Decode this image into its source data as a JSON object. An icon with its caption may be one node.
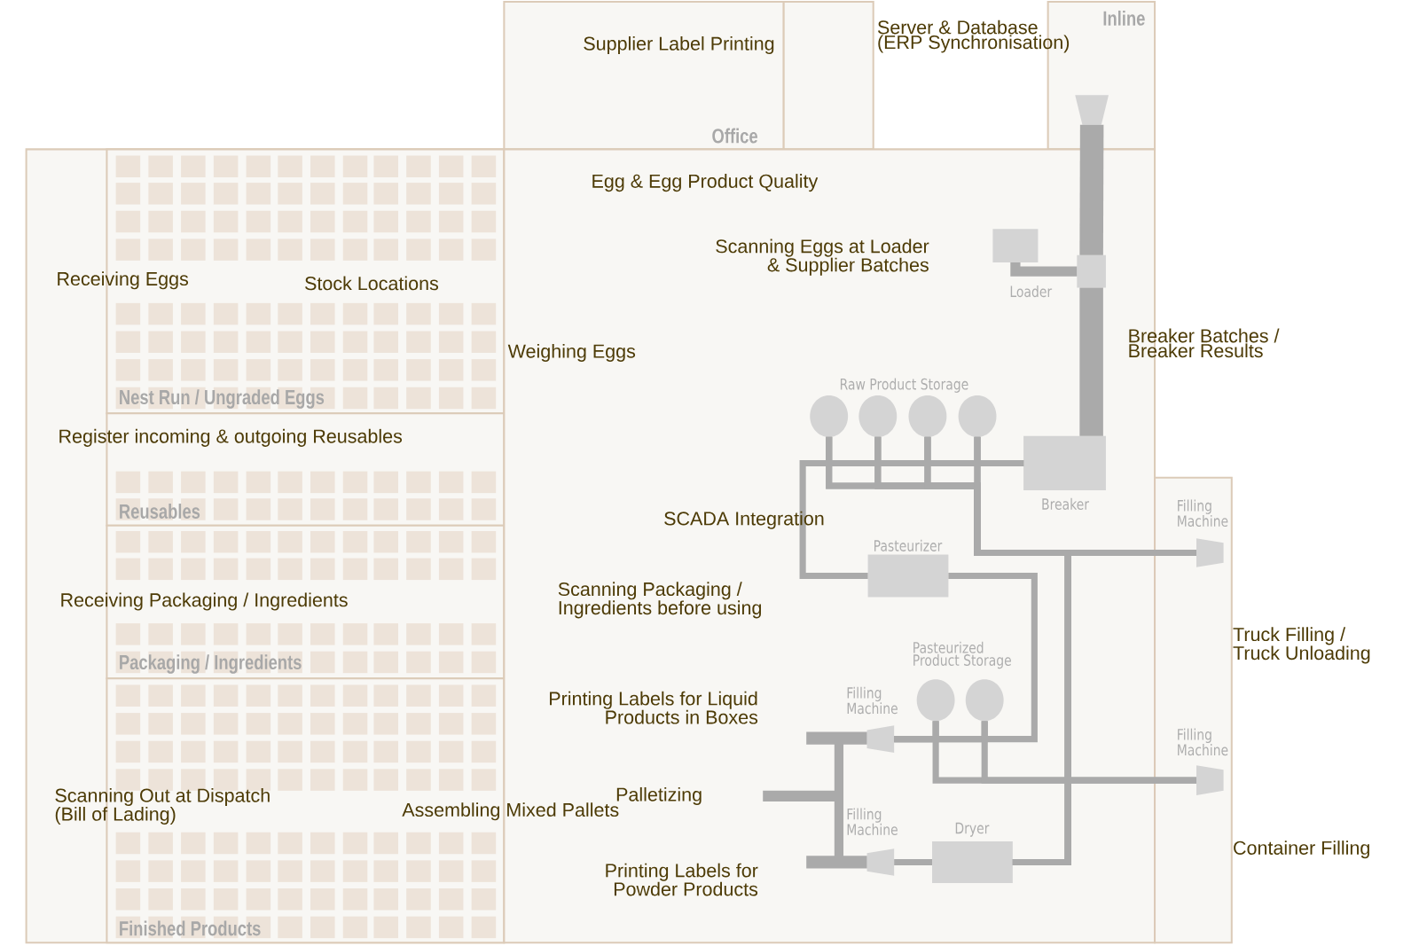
{
  "diagram": {
    "nodes": [
      {
        "text": [
          "Office"
        ]
      },
      {
        "text": [],
        "shape": "box"
      },
      {
        "text": [
          "Inline"
        ]
      },
      {
        "text": [],
        "shape": "box"
      },
      {
        "text": [
          "Nest Run / Ungraded Eggs"
        ],
        "in": 3
      },
      {
        "text": [
          "Reusables"
        ],
        "in": 3
      },
      {
        "text": [
          "Packaging / Ingredients"
        ],
        "in": 3
      },
      {
        "text": [
          "Finished Products"
        ],
        "in": 3
      },
      {
        "text": [],
        "shape": "box"
      },
      {
        "text": [],
        "shape": "box"
      },
      {
        "text": [],
        "shape": "trapezoid",
        "in": 2
      },
      {
        "text": [],
        "shape": "box",
        "beside": [
          "Loader"
        ],
        "in": 8
      },
      {
        "text": [],
        "shape": "box",
        "in": 8
      },
      {
        "text": [],
        "shape": "box",
        "beside": [
          "Breaker"
        ],
        "in": 8
      },
      {
        "text": [],
        "shape": "circle",
        "in": 8
      },
      {
        "text": [],
        "shape": "circle",
        "in": 8
      },
      {
        "text": [],
        "shape": "circle",
        "in": 8
      },
      {
        "text": [],
        "shape": "circle",
        "in": 8
      },
      {
        "text": [],
        "shape": "box",
        "beside": [
          "Pasteurizer"
        ],
        "in": 8
      },
      {
        "text": [],
        "shape": "trapezoid",
        "beside": [
          "Filling Machine"
        ],
        "in": 9
      },
      {
        "text": [],
        "shape": "circle",
        "in": 8
      },
      {
        "text": [],
        "shape": "circle",
        "in": 8
      },
      {
        "text": [],
        "shape": "trapezoid",
        "beside": [
          "Filling Machine"
        ],
        "in": 8
      },
      {
        "text": [],
        "shape": "trapezoid",
        "beside": [
          "Filling Machine"
        ],
        "in": 9
      },
      {
        "text": [],
        "shape": "trapezoid",
        "beside": [
          "Filling Machine"
        ],
        "in": 8
      },
      {
        "text": [],
        "shape": "box",
        "beside": [
          "Dryer"
        ],
        "in": 8
      }
    ],
    "edges": [
      {
        "from": 10,
        "to": 12,
        "arrow": "none",
        "style": "thick"
      },
      {
        "from": 11,
        "to": 12,
        "arrow": "none"
      },
      {
        "from": 12,
        "to": 13,
        "arrow": "none",
        "style": "thick"
      },
      {
        "from": 14,
        "to": 13,
        "arrow": "none"
      },
      {
        "from": 15,
        "to": 13,
        "arrow": "none"
      },
      {
        "from": 16,
        "to": 13,
        "arrow": "none"
      },
      {
        "from": 17,
        "to": 13,
        "arrow": "none"
      },
      {
        "from": 14,
        "to": 19,
        "arrow": "none"
      },
      {
        "from": 15,
        "to": 19,
        "arrow": "none"
      },
      {
        "from": 16,
        "to": 19,
        "arrow": "none"
      },
      {
        "from": 17,
        "to": 19,
        "arrow": "none"
      },
      {
        "from": 14,
        "to": 25,
        "arrow": "none"
      },
      {
        "from": 15,
        "to": 25,
        "arrow": "none"
      },
      {
        "from": 16,
        "to": 25,
        "arrow": "none"
      },
      {
        "from": 17,
        "to": 25,
        "arrow": "none"
      },
      {
        "from": 13,
        "to": 18,
        "arrow": "none"
      },
      {
        "from": 18,
        "to": 22,
        "arrow": "none"
      },
      {
        "from": 20,
        "to": 22,
        "arrow": "none"
      },
      {
        "from": 21,
        "to": 22,
        "arrow": "none"
      },
      {
        "from": 20,
        "to": 23,
        "arrow": "none"
      },
      {
        "from": 21,
        "to": 23,
        "arrow": "none"
      },
      {
        "from": 25,
        "to": 24,
        "arrow": "none"
      }
    ],
    "labels": [
      "Supplier Label Printing",
      "Server & Database (ERP Synchronisation)",
      "Egg & Egg Product Quality",
      "Scanning Eggs at Loader & Supplier Batches",
      "Receiving Eggs",
      "Stock Locations",
      "Breaker Batches / Breaker Results",
      "Weighing Eggs",
      "Raw Product Storage",
      "Register incoming & outgoing Reusables",
      "SCADA Integration",
      "Receiving Packaging / Ingredients",
      "Scanning Packaging / Ingredients before using",
      "Truck Filling / Truck Unloading",
      "Pasteurized Product Storage",
      "Printing Labels for Liquid Products in Boxes",
      "Scanning Out at Dispatch (Bill of Lading)",
      "Palletizing",
      "Assembling Mixed Pallets",
      "Container Filling",
      "Printing Labels for Powder Products"
    ]
  }
}
